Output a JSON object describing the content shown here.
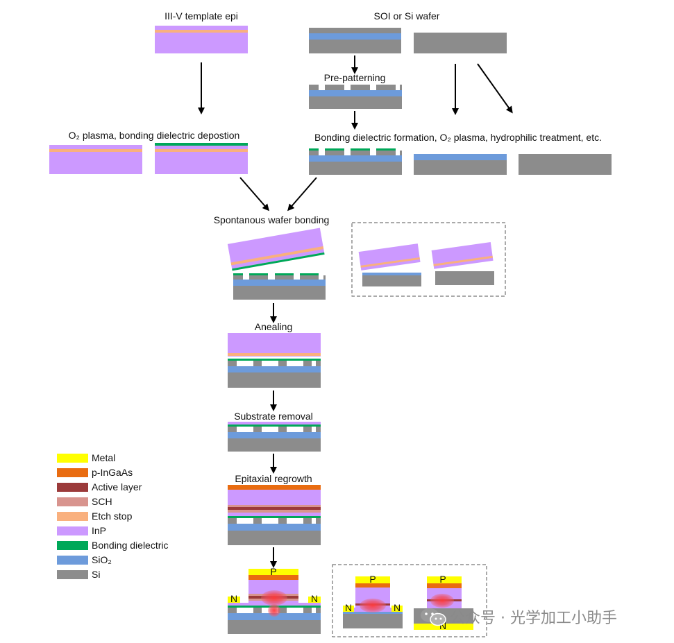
{
  "labels": {
    "template_epi": "III-V template epi",
    "soi_wafer": "SOI or Si wafer",
    "pre_patterning": "Pre-patterning",
    "o2_plasma": "O₂ plasma, bonding dielectric depostion",
    "bonding_formation": "Bonding dielectric formation, O₂ plasma, hydrophilic treatment, etc.",
    "spontaneous": "Spontanous wafer bonding",
    "anealing": "Anealing",
    "substrate_removal": "Substrate removal",
    "epi_regrowth": "Epitaxial regrowth",
    "p": "P",
    "n": "N"
  },
  "legend": [
    {
      "label": "Metal",
      "color": "#FFFF00"
    },
    {
      "label": "p-InGaAs",
      "color": "#E96C10"
    },
    {
      "label": "Active layer",
      "color": "#9B3A3A"
    },
    {
      "label": "SCH",
      "color": "#D8948E"
    },
    {
      "label": "Etch stop",
      "color": "#F9B07E"
    },
    {
      "label": "InP",
      "color": "#CC99FF"
    },
    {
      "label": "Bonding dielectric",
      "color": "#00A859"
    },
    {
      "label": "SiO₂",
      "color": "#6D9BDB"
    },
    {
      "label": "Si",
      "color": "#8C8C8C"
    }
  ],
  "watermark": "公众号 · 光学加工小助手"
}
